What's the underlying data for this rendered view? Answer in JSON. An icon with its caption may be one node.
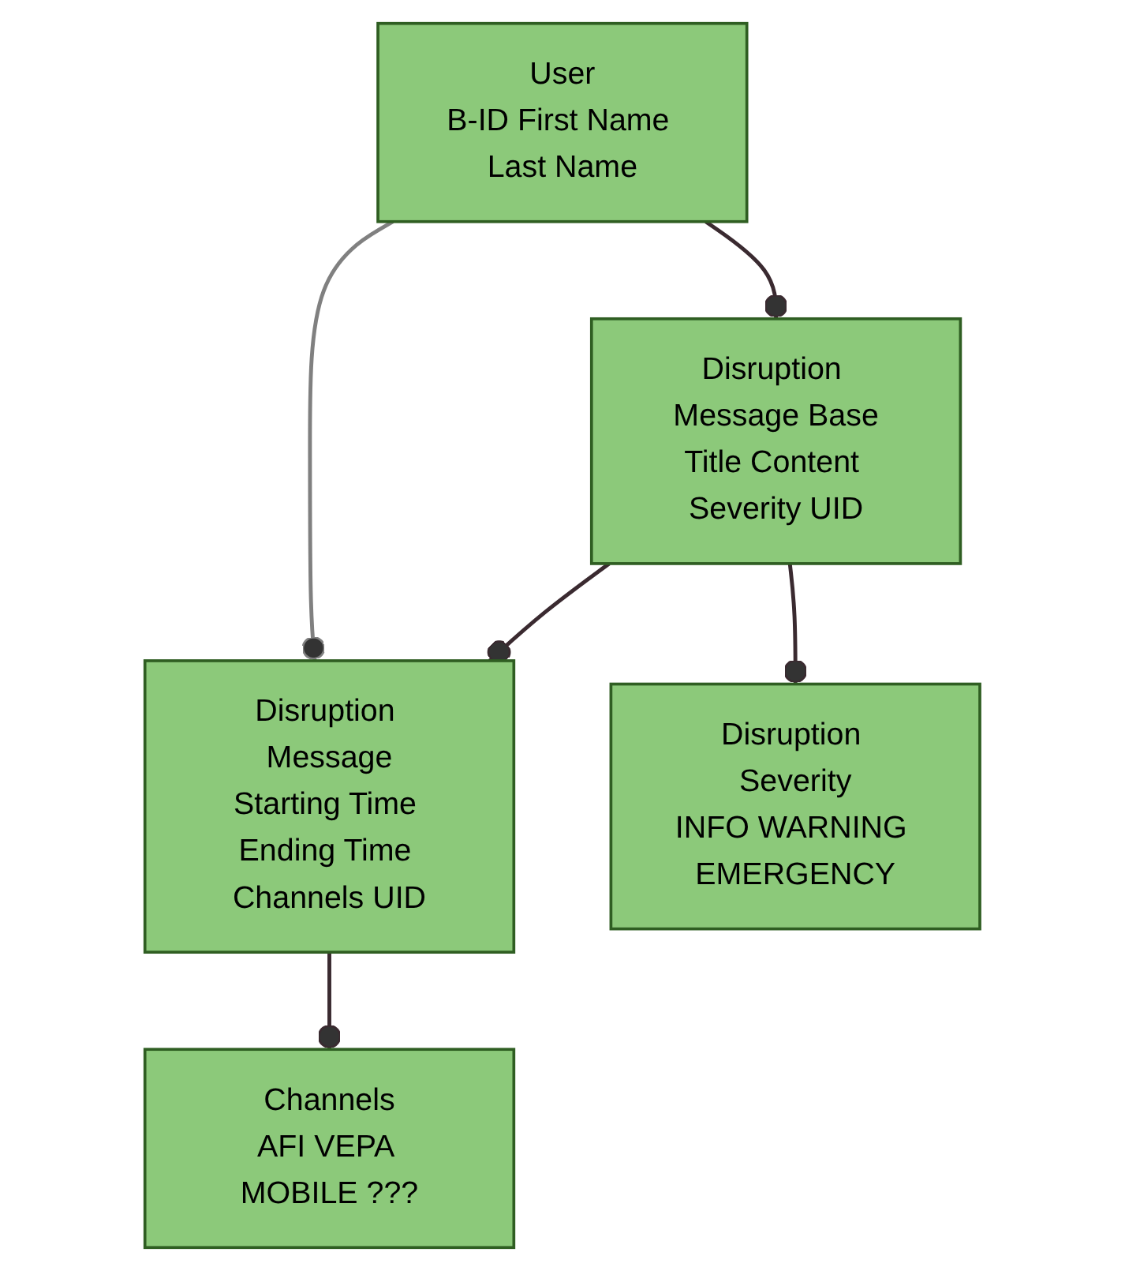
{
  "diagram": {
    "nodes": [
      {
        "text": [
          "User",
          "B-ID First Name Last Name"
        ]
      },
      {
        "text": [
          "Disruption Message Base",
          "Title Content Severity UID"
        ]
      },
      {
        "text": [
          "Disruption Message",
          "Starting Time Ending Time Channels UID"
        ]
      },
      {
        "text": [
          "Disruption Severity",
          "INFO WARNING EMERGENCY"
        ]
      },
      {
        "text": [
          "Channels",
          "AFI VEPA MOBILE ???"
        ]
      }
    ],
    "edges": [
      {
        "from": 0,
        "to": 1,
        "arrow": "other"
      },
      {
        "from": 0,
        "to": 2,
        "arrow": "other",
        "color": "#808080"
      },
      {
        "from": 1,
        "to": 2,
        "arrow": "other"
      },
      {
        "from": 1,
        "to": 3,
        "arrow": "other"
      },
      {
        "from": 2,
        "to": 4,
        "arrow": "other"
      }
    ]
  }
}
